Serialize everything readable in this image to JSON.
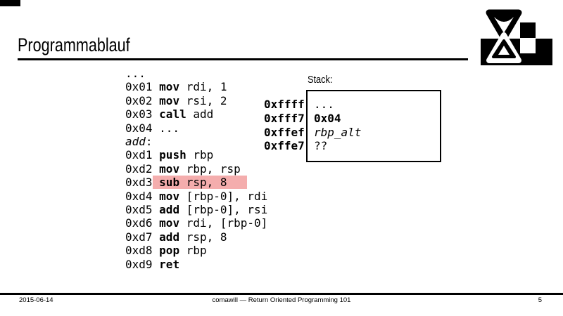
{
  "slide": {
    "title": "Programmablauf",
    "highlight_color": "#f4adad",
    "icons": {
      "logo": "hourglass-pixel-logo"
    }
  },
  "code": {
    "lines": [
      {
        "parts": [
          {
            "t": "...",
            "s": "p"
          }
        ]
      },
      {
        "parts": [
          {
            "t": "0x01 ",
            "s": "p"
          },
          {
            "t": "mov",
            "s": "b"
          },
          {
            "t": " rdi, 1",
            "s": "p"
          }
        ]
      },
      {
        "parts": [
          {
            "t": "0x02 ",
            "s": "p"
          },
          {
            "t": "mov",
            "s": "b"
          },
          {
            "t": " rsi, 2",
            "s": "p"
          }
        ]
      },
      {
        "parts": [
          {
            "t": "0x03 ",
            "s": "p"
          },
          {
            "t": "call",
            "s": "b"
          },
          {
            "t": " add",
            "s": "p"
          }
        ]
      },
      {
        "parts": [
          {
            "t": "0x04 ...",
            "s": "p"
          }
        ]
      },
      {
        "parts": [
          {
            "t": "add",
            "s": "i"
          },
          {
            "t": ":",
            "s": "p"
          }
        ]
      },
      {
        "parts": [
          {
            "t": "0xd1 ",
            "s": "p"
          },
          {
            "t": "push",
            "s": "b"
          },
          {
            "t": " rbp",
            "s": "p"
          }
        ]
      },
      {
        "parts": [
          {
            "t": "0xd2 ",
            "s": "p"
          },
          {
            "t": "mov",
            "s": "b"
          },
          {
            "t": " rbp, rsp",
            "s": "p"
          }
        ]
      },
      {
        "parts": [
          {
            "t": "0xd3",
            "s": "p"
          },
          {
            "t": " ",
            "s": "p",
            "h": true
          },
          {
            "t": "sub",
            "s": "b",
            "h": true
          },
          {
            "t": " rsp, 8   ",
            "s": "p",
            "h": true
          }
        ]
      },
      {
        "parts": [
          {
            "t": "0xd4 ",
            "s": "p"
          },
          {
            "t": "mov",
            "s": "b"
          },
          {
            "t": " [rbp-0], rdi",
            "s": "p"
          }
        ]
      },
      {
        "parts": [
          {
            "t": "0xd5 ",
            "s": "p"
          },
          {
            "t": "add",
            "s": "b"
          },
          {
            "t": " [rbp-0], rsi",
            "s": "p"
          }
        ]
      },
      {
        "parts": [
          {
            "t": "0xd6 ",
            "s": "p"
          },
          {
            "t": "mov",
            "s": "b"
          },
          {
            "t": " rdi, [rbp-0]",
            "s": "p"
          }
        ]
      },
      {
        "parts": [
          {
            "t": "0xd7 ",
            "s": "p"
          },
          {
            "t": "add",
            "s": "b"
          },
          {
            "t": " rsp, 8",
            "s": "p"
          }
        ]
      },
      {
        "parts": [
          {
            "t": "0xd8 ",
            "s": "p"
          },
          {
            "t": "pop",
            "s": "b"
          },
          {
            "t": " rbp",
            "s": "p"
          }
        ]
      },
      {
        "parts": [
          {
            "t": "0xd9 ",
            "s": "p"
          },
          {
            "t": "ret",
            "s": "b"
          }
        ]
      }
    ]
  },
  "stack": {
    "label": "Stack:",
    "rows": [
      {
        "addr": "0xffff",
        "value": "...",
        "style": "p"
      },
      {
        "addr": "0xfff7",
        "value": "0x04",
        "style": "b"
      },
      {
        "addr": "0xffef",
        "value": "rbp_alt",
        "style": "i"
      },
      {
        "addr": "0xffe7",
        "value": "??",
        "style": "p"
      }
    ]
  },
  "footer": {
    "date": "2015-06-14",
    "author": "comawill",
    "separator": "—",
    "talk_title": "Return Oriented Programming 101",
    "page": "5"
  }
}
